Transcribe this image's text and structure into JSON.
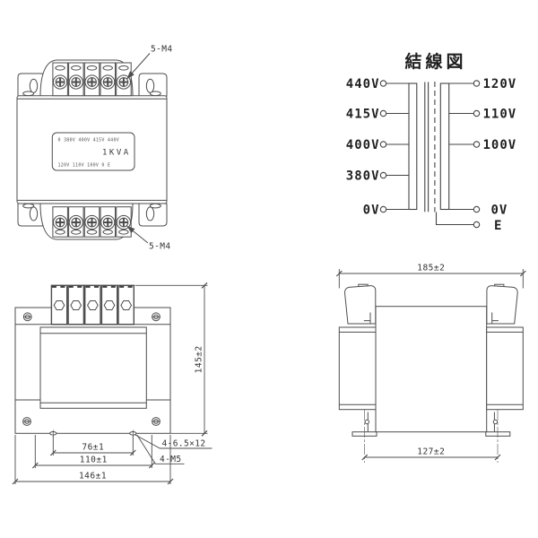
{
  "drawing": {
    "background": "#ffffff",
    "line_color": "#4d4d4d",
    "text_color": "#333333"
  },
  "top_view": {
    "screw_note_top": "5-M4",
    "screw_note_bottom": "5-M4",
    "nameplate": {
      "taps_row": "0  380V  400V  415V  440V",
      "rating": "1KVA",
      "output_row": "120V  110V  100V  0  E"
    }
  },
  "wiring_diagram": {
    "title": "結線図",
    "primary_taps": [
      "440V",
      "415V",
      "400V",
      "380V",
      "0V"
    ],
    "secondary_taps": [
      "120V",
      "110V",
      "100V",
      "0V"
    ],
    "earth_label": "E"
  },
  "front_view": {
    "height_dim": "145±2",
    "slot_pitch_dim": "76±1",
    "hole_pitch_dim": "110±1",
    "width_dim": "146±1",
    "slot_note": "4-6.5×12",
    "tap_note": "4-M5"
  },
  "side_view": {
    "width_dim": "185±2",
    "foot_pitch_dim": "127±2"
  }
}
